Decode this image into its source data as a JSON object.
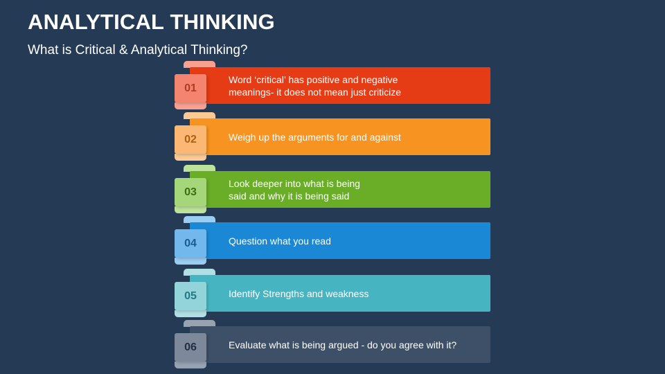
{
  "slide": {
    "title": "ANALYTICAL THINKING",
    "subtitle": "What is Critical & Analytical Thinking?"
  },
  "items": [
    {
      "number": "01",
      "text": "Word ‘critical’ has positive and negative\nmeanings- it does not mean just criticize",
      "bar_color": "#e53c16",
      "box_color": "#f4846f",
      "tab_color": "#f8a191",
      "num_color": "#b13a24"
    },
    {
      "number": "02",
      "text": "Weigh up the arguments for and against",
      "bar_color": "#f79321",
      "box_color": "#fab874",
      "tab_color": "#fbca95",
      "num_color": "#ae5f12"
    },
    {
      "number": "03",
      "text": "Look deeper into what is being\nsaid and why it is being said",
      "bar_color": "#6aae28",
      "box_color": "#a5d67a",
      "tab_color": "#bde39b",
      "num_color": "#3f6d17"
    },
    {
      "number": "04",
      "text": "Question what you read",
      "bar_color": "#1b88d5",
      "box_color": "#72b8ec",
      "tab_color": "#99cdf2",
      "num_color": "#1a5b91"
    },
    {
      "number": "05",
      "text": "Identify Strengths and weakness",
      "bar_color": "#47b5c1",
      "box_color": "#93d3da",
      "tab_color": "#b0e0e5",
      "num_color": "#267983"
    },
    {
      "number": "06",
      "text": "Evaluate what is being argued - do you agree with it?",
      "bar_color": "#3e5068",
      "box_color": "#7d899b",
      "tab_color": "#98a3b2",
      "num_color": "#222f42"
    }
  ]
}
